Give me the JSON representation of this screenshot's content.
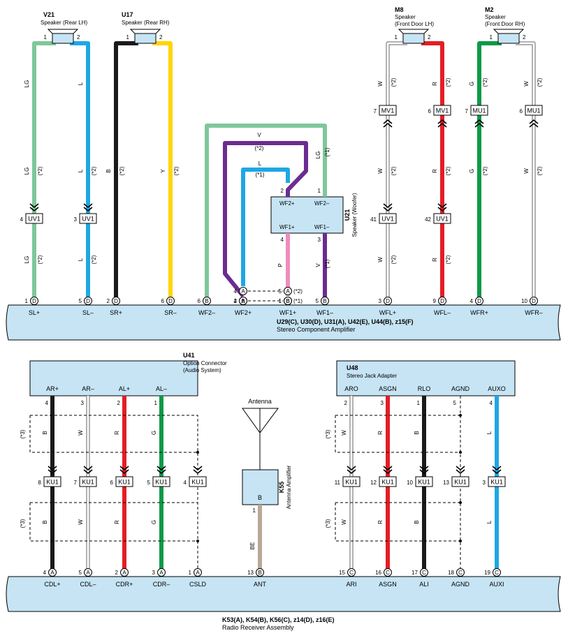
{
  "speakers": {
    "v21": {
      "code": "V21",
      "name": "Speaker (Rear LH)",
      "pin1": "1",
      "pin2": "2"
    },
    "u17": {
      "code": "U17",
      "name": "Speaker (Rear RH)",
      "pin1": "1",
      "pin2": "2"
    },
    "m8": {
      "code": "M8",
      "name": "Speaker",
      "name2": "(Front Door LH)",
      "pin1": "1",
      "pin2": "2"
    },
    "m2": {
      "code": "M2",
      "name": "Speaker",
      "name2": "(Front Door RH)",
      "pin1": "1",
      "pin2": "2"
    }
  },
  "woofer": {
    "code": "U21",
    "name": "Speaker (Woofer)",
    "wf2p": "WF2+",
    "wf2m": "WF2–",
    "wf1p": "WF1+",
    "wf1m": "WF1–",
    "pin2": "2",
    "pin1": "1",
    "pin4": "4",
    "pin3": "3"
  },
  "amp": {
    "codes": "U29(C), U30(D), U31(A), U42(E), U44(B), z15(F)",
    "name": "Stereo Component Amplifier",
    "terminals": [
      "SL+",
      "SL–",
      "SR+",
      "SR–",
      "WF2–",
      "WF2+",
      "WF1+",
      "WF1–",
      "WFL+",
      "WFL–",
      "WFR+",
      "WFR–"
    ],
    "pins": [
      "1",
      "5",
      "2",
      "6",
      "6",
      "4",
      "1",
      "5",
      "3",
      "9",
      "4",
      "10"
    ],
    "conns": [
      "D",
      "D",
      "D",
      "D",
      "B",
      "A",
      "B",
      "B",
      "D",
      "D",
      "D",
      "D"
    ]
  },
  "top_wires": {
    "colors": [
      "LG",
      "L",
      "B",
      "Y",
      "LG",
      "V",
      "L",
      "P",
      "V",
      "W",
      "R",
      "G",
      "W"
    ],
    "notes": [
      "(*2)",
      "(*2)",
      "(*2)",
      "(*2)",
      "(*1)",
      "(*2)",
      "(*1)",
      "(*1)"
    ],
    "uv1": {
      "label": "UV1",
      "pins": [
        "4",
        "3",
        "41",
        "42"
      ]
    },
    "mv1": {
      "label": "MV1",
      "pins": [
        "7",
        "6"
      ]
    },
    "mu1": {
      "label": "MU1",
      "pins": [
        "7",
        "6"
      ]
    },
    "jumpers": [
      {
        "left_pin": "4",
        "left_conn": "A",
        "right_pin": "5",
        "right_conn": "A",
        "note": "(*2)"
      },
      {
        "left_pin": "2",
        "left_conn": "B",
        "right_pin": "1",
        "right_conn": "B",
        "note": "(*1)"
      }
    ]
  },
  "u41": {
    "code": "U41",
    "name": "Option Connector",
    "name2": "(Audio System)",
    "terminals": [
      "AR+",
      "AR–",
      "AL+",
      "AL–"
    ],
    "pins": [
      "4",
      "3",
      "2",
      "1"
    ]
  },
  "u48": {
    "code": "U48",
    "name": "Stereo Jack Adapter",
    "terminals": [
      "ARO",
      "ASGN",
      "RLO",
      "AGND",
      "AUXO"
    ],
    "pins": [
      "2",
      "3",
      "1",
      "5",
      "4"
    ]
  },
  "antenna": {
    "label": "Antenna",
    "amp_code": "K55",
    "amp_name": "Antenna Amplifier",
    "amp_terminal": "B",
    "pin": "1",
    "wire_color": "BE"
  },
  "ku1": {
    "label": "KU1",
    "left_pins": [
      "8",
      "7",
      "6",
      "5",
      "4"
    ],
    "right_pins": [
      "11",
      "12",
      "10",
      "13",
      "3"
    ]
  },
  "bottom_wires": {
    "left_colors": [
      "B",
      "W",
      "R",
      "G"
    ],
    "right_colors": [
      "W",
      "R",
      "B",
      "L"
    ],
    "note": "(*3)"
  },
  "radio": {
    "codes": "K53(A), K54(B), K56(C), z14(D), z16(E)",
    "name": "Radio Receiver Assembly",
    "terminals": [
      "CDL+",
      "CDL–",
      "CDR+",
      "CDR–",
      "CSLD",
      "ANT",
      "ARI",
      "ASGN",
      "ALI",
      "AGND",
      "AUXI"
    ],
    "pins": [
      "4",
      "5",
      "2",
      "3",
      "1",
      "13",
      "15",
      "16",
      "17",
      "18",
      "19"
    ],
    "conns": [
      "A",
      "A",
      "A",
      "A",
      "A",
      "B",
      "C",
      "C",
      "C",
      "C",
      "C"
    ]
  },
  "wire_colors": {
    "LG": "#7fc79a",
    "L": "#1ea7e5",
    "B": "#1a1a1a",
    "Y": "#ffd500",
    "V": "#6b2c91",
    "P": "#f08cbf",
    "W": "#c8c8c8",
    "R": "#e31e24",
    "G": "#0b9a47",
    "BE": "#b8a898",
    "box": "#c6e4f4"
  }
}
